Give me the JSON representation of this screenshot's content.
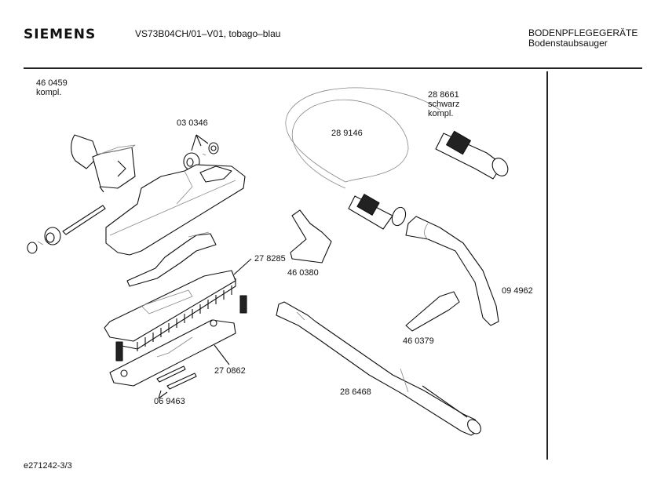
{
  "header": {
    "brand": "SIEMENS",
    "model": "VS73B04CH/01–V01, tobago–blau",
    "category": "BODENPFLEGEGERÄTE",
    "subcategory": "Bodenstaubsauger"
  },
  "parts": [
    {
      "id": "460459",
      "number": "46 0459",
      "note": "kompl."
    },
    {
      "id": "030346",
      "number": "03 0346"
    },
    {
      "id": "289146",
      "number": "28 9146"
    },
    {
      "id": "288661",
      "number": "28 8661",
      "note": "schwarz",
      "note2": "kompl."
    },
    {
      "id": "278285",
      "number": "27 8285"
    },
    {
      "id": "460380",
      "number": "46 0380"
    },
    {
      "id": "094962",
      "number": "09 4962"
    },
    {
      "id": "460379",
      "number": "46 0379"
    },
    {
      "id": "270862",
      "number": "27 0862"
    },
    {
      "id": "286468",
      "number": "28 6468"
    },
    {
      "id": "069463",
      "number": "06 9463"
    }
  ],
  "footer": {
    "doc_id": "e271242-3/3"
  }
}
